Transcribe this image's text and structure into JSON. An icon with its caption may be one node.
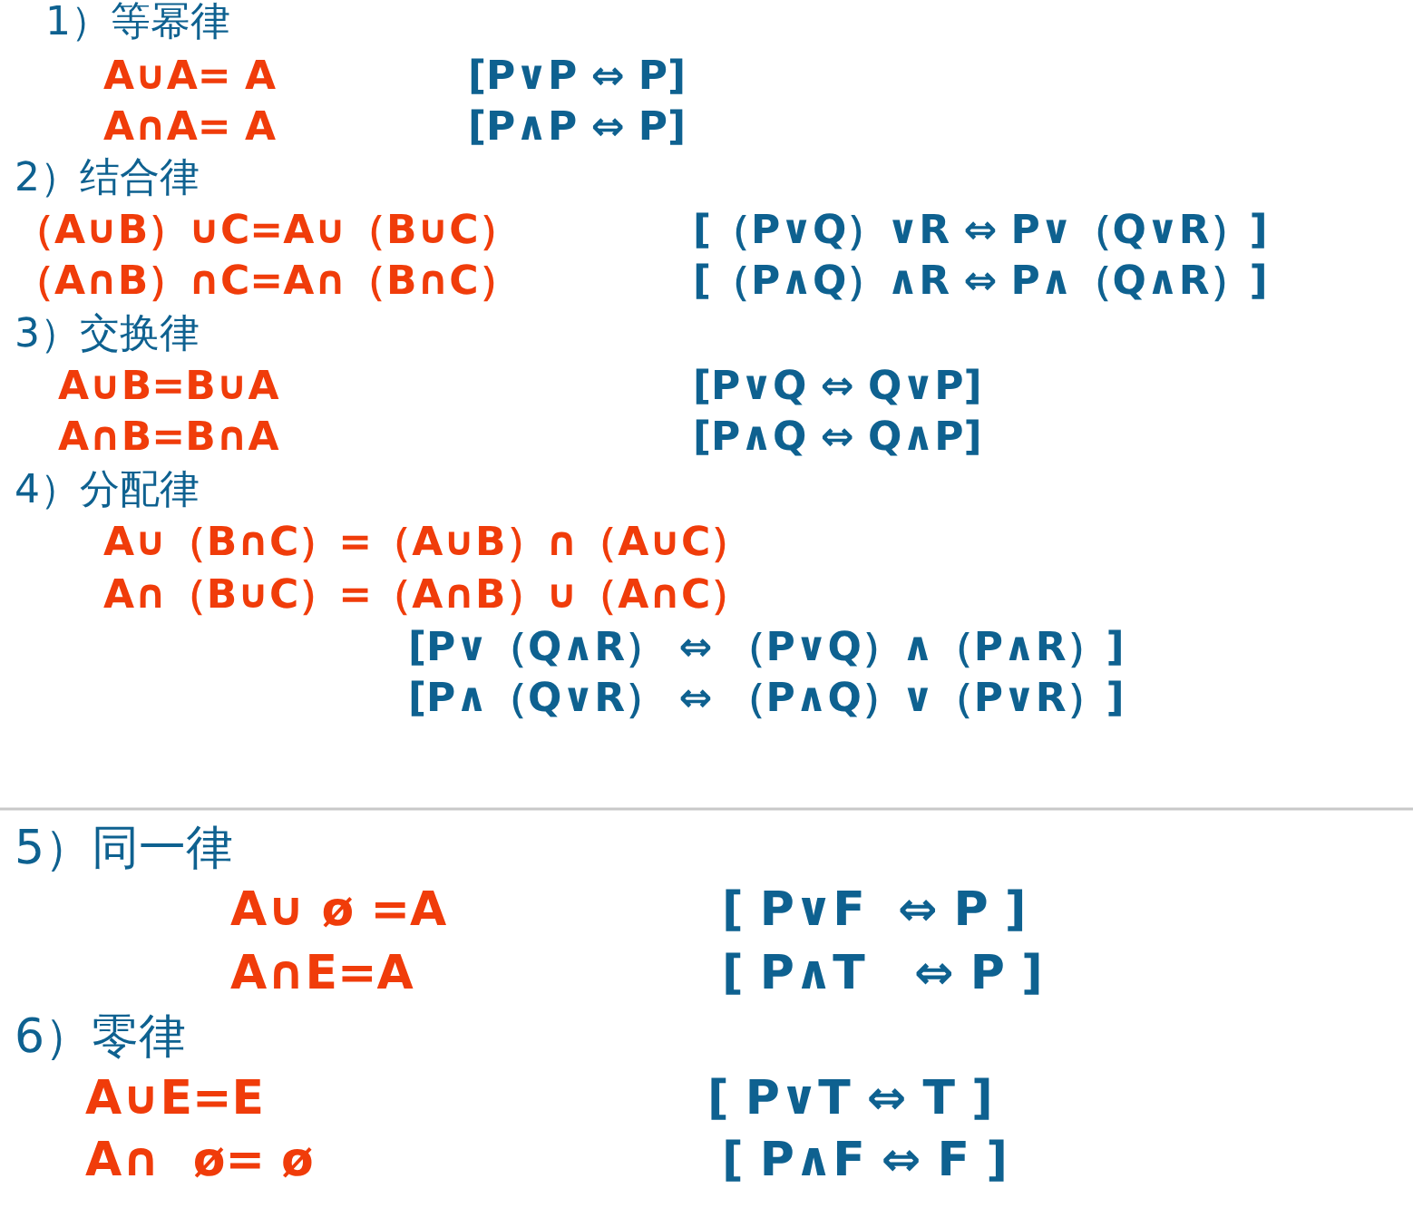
{
  "diagram": {
    "labels": [
      "1）等幂律",
      "A∪A= A",
      "[P∨P ⇔ P]",
      "A∩A= A",
      "[P∧P ⇔ P]",
      "2）结合律",
      "（A∪B）∪C=A∪（B∪C）",
      "[（P∨Q）∨R ⇔ P∨（Q∨R）]",
      "（A∩B）∩C=A∩（B∩C）",
      "[（P∧Q）∧R ⇔ P∧（Q∧R）]",
      "3）交换律",
      "A∪B=B∪A",
      "[P∨Q ⇔ Q∨P]",
      "A∩B=B∩A",
      "[P∧Q ⇔ Q∧P]",
      "4）分配律",
      "A∪（B∩C）=（A∪B）∩（A∪C）",
      "A∩（B∪C）=（A∩B）∪（A∩C）",
      "[P∨（Q∧R） ⇔ （P∨Q）∧（P∧R）]",
      "[P∧（Q∨R） ⇔ （P∧Q）∨（P∨R）]",
      "5）同一律",
      "A∪ ø =A",
      "[ P∨F  ⇔ P ]",
      "A∩E=A",
      "[ P∧T   ⇔ P ]",
      "6）零律",
      "A∪E=E",
      "[ P∨T ⇔ T ]",
      "A∩  ø= ø",
      "[ P∧F ⇔ F ]"
    ]
  }
}
